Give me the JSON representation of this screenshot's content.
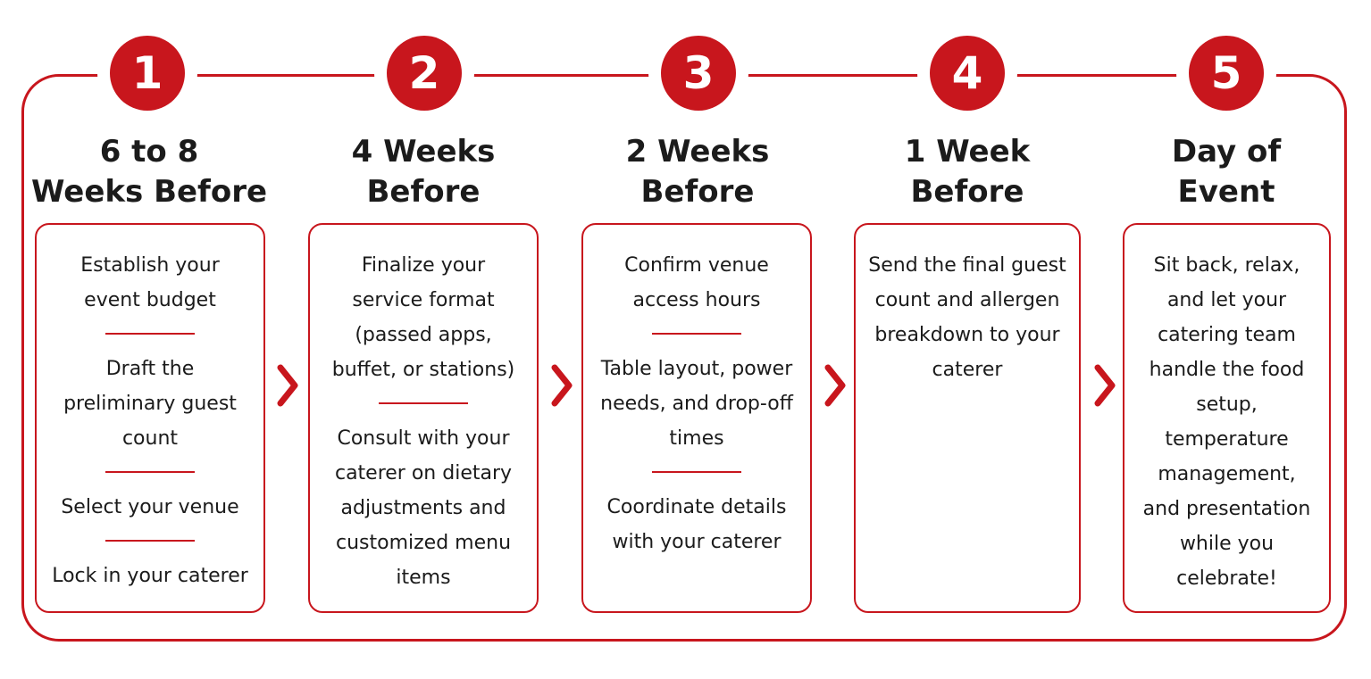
{
  "colors": {
    "accent": "#c8161d",
    "text": "#1b1b1b",
    "background": "#ffffff"
  },
  "stages": [
    {
      "step": "1",
      "heading": [
        "6 to 8",
        "Weeks Before"
      ],
      "tasks": [
        "Establish your event budget",
        "Draft the preliminary guest count",
        "Select your venue",
        "Lock in your caterer"
      ]
    },
    {
      "step": "2",
      "heading": [
        "4 Weeks",
        "Before"
      ],
      "tasks": [
        "Finalize your service format (passed apps, buffet, or stations)",
        "Consult with your caterer on dietary adjustments and customized menu items"
      ]
    },
    {
      "step": "3",
      "heading": [
        "2 Weeks",
        "Before"
      ],
      "tasks": [
        "Confirm venue access hours",
        "Table layout, power needs, and drop-off times",
        "Coordinate details with your caterer"
      ]
    },
    {
      "step": "4",
      "heading": [
        "1 Week",
        "Before"
      ],
      "tasks": [
        "Send the final guest count and allergen breakdown to your caterer"
      ]
    },
    {
      "step": "5",
      "heading": [
        "Day of",
        "Event"
      ],
      "tasks": [
        "Sit back, relax, and let your catering team handle the food setup, temperature management, and presentation while you celebrate!"
      ]
    }
  ],
  "connectors": {
    "icon": "chevron-right-icon",
    "count": 4
  }
}
